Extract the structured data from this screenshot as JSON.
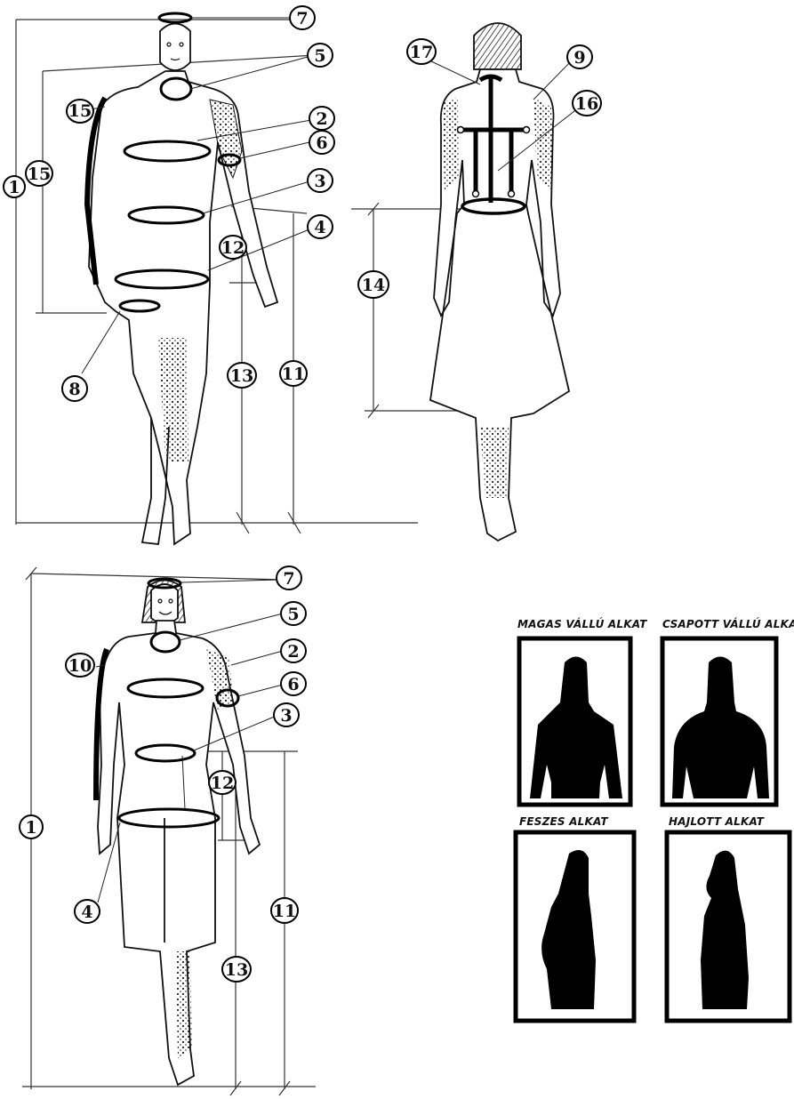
{
  "figures": {
    "front_male": {
      "markers": {
        "m7": "7",
        "m5": "5",
        "m15": "15",
        "m2": "2",
        "m6": "6",
        "m1": "1",
        "m15b": "15",
        "m3": "3",
        "m4": "4",
        "m12": "12",
        "m8": "8",
        "m13": "13",
        "m11": "11"
      }
    },
    "back_female": {
      "markers": {
        "m17": "17",
        "m9": "9",
        "m16": "16",
        "m14": "14"
      }
    },
    "front_female": {
      "markers": {
        "m7": "7",
        "m5": "5",
        "m10": "10",
        "m2": "2",
        "m6": "6",
        "m3": "3",
        "m1": "1",
        "m12": "12",
        "m4": "4",
        "m11": "11",
        "m13": "13"
      }
    }
  },
  "body_types": {
    "panels": [
      {
        "caption": "MAGAS VÁLLÚ ALKAT"
      },
      {
        "caption": "CSAPOTT VÁLLÚ ALKAT"
      },
      {
        "caption": "FESZES ALKAT"
      },
      {
        "caption": "HAJLOTT ALKAT"
      }
    ]
  }
}
